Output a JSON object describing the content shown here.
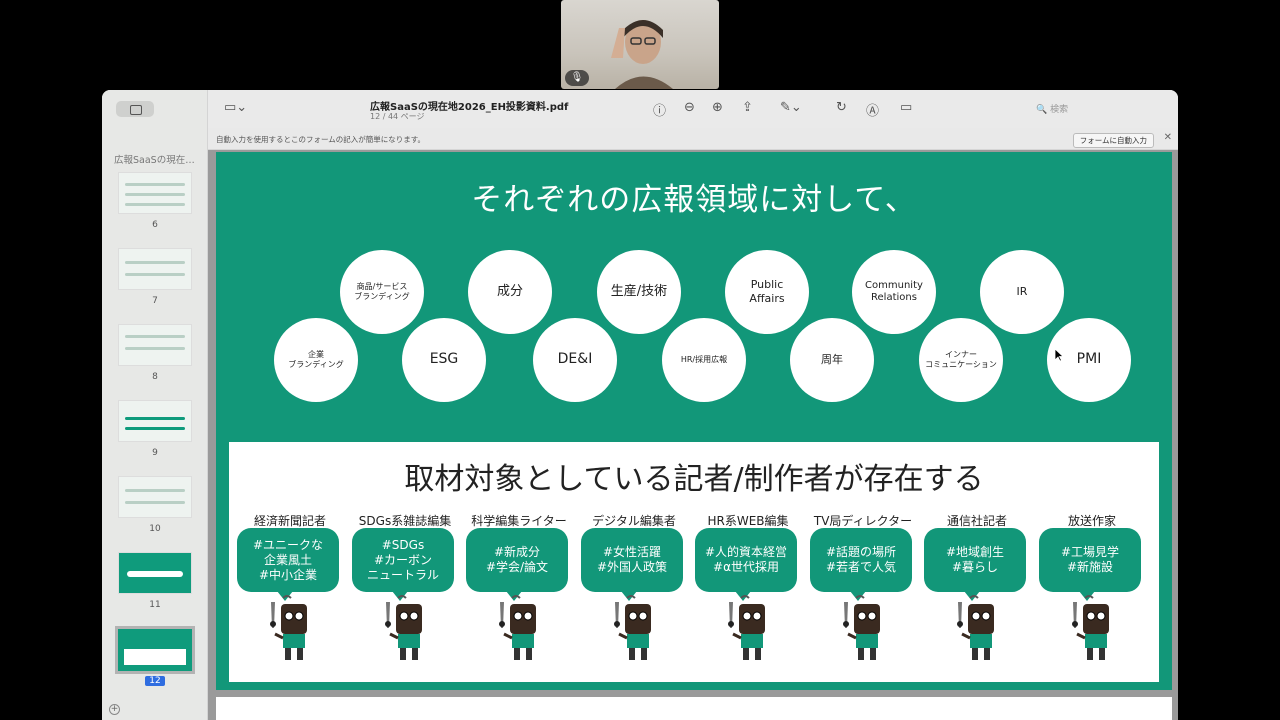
{
  "document": {
    "title": "広報SaaSの現在地2026_EH投影資料.pdf",
    "pages": "12 / 44 ページ",
    "search_placeholder": "検索",
    "autofill_banner": "自動入力を使用するとこのフォームの記入が簡単になります。",
    "autofill_button": "フォームに自動入力"
  },
  "sidebar": {
    "title": "広報SaaSの現在…",
    "thumbnails": [
      "6",
      "7",
      "8",
      "9",
      "10",
      "11",
      "12"
    ],
    "selected": "12"
  },
  "slide": {
    "title": "それぞれの広報領域に対して、",
    "bubbles": [
      {
        "label": "企業\nブランディング"
      },
      {
        "label": "商品/サービス\nブランディング"
      },
      {
        "label": "ESG"
      },
      {
        "label": "成分"
      },
      {
        "label": "DE&I"
      },
      {
        "label": "生産/技術"
      },
      {
        "label": "HR/採用広報"
      },
      {
        "label": "Public\nAffairs"
      },
      {
        "label": "周年"
      },
      {
        "label": "Community\nRelations"
      },
      {
        "label": "インナー\nコミュニケーション"
      },
      {
        "label": "IR"
      },
      {
        "label": "PMI"
      }
    ],
    "panel_title": "取材対象としている記者/制作者が存在する",
    "roles": [
      {
        "name": "経済新聞記者",
        "tags": "#ユニークな\n企業風土\n#中小企業"
      },
      {
        "name": "SDGs系雑誌編集",
        "tags": "#SDGs\n#カーボン\nニュートラル"
      },
      {
        "name": "科学編集ライター",
        "tags": "#新成分\n#学会/論文"
      },
      {
        "name": "デジタル編集者",
        "tags": "#女性活躍\n#外国人政策"
      },
      {
        "name": "HR系WEB編集",
        "tags": "#人的資本経営\n#α世代採用"
      },
      {
        "name": "TV局ディレクター",
        "tags": "#話題の場所\n#若者で人気"
      },
      {
        "name": "通信社記者",
        "tags": "#地域創生\n#暮らし"
      },
      {
        "name": "放送作家",
        "tags": "#工場見学\n#新施設"
      }
    ]
  },
  "colors": {
    "slide_green": "#129779",
    "white": "#ffffff"
  }
}
